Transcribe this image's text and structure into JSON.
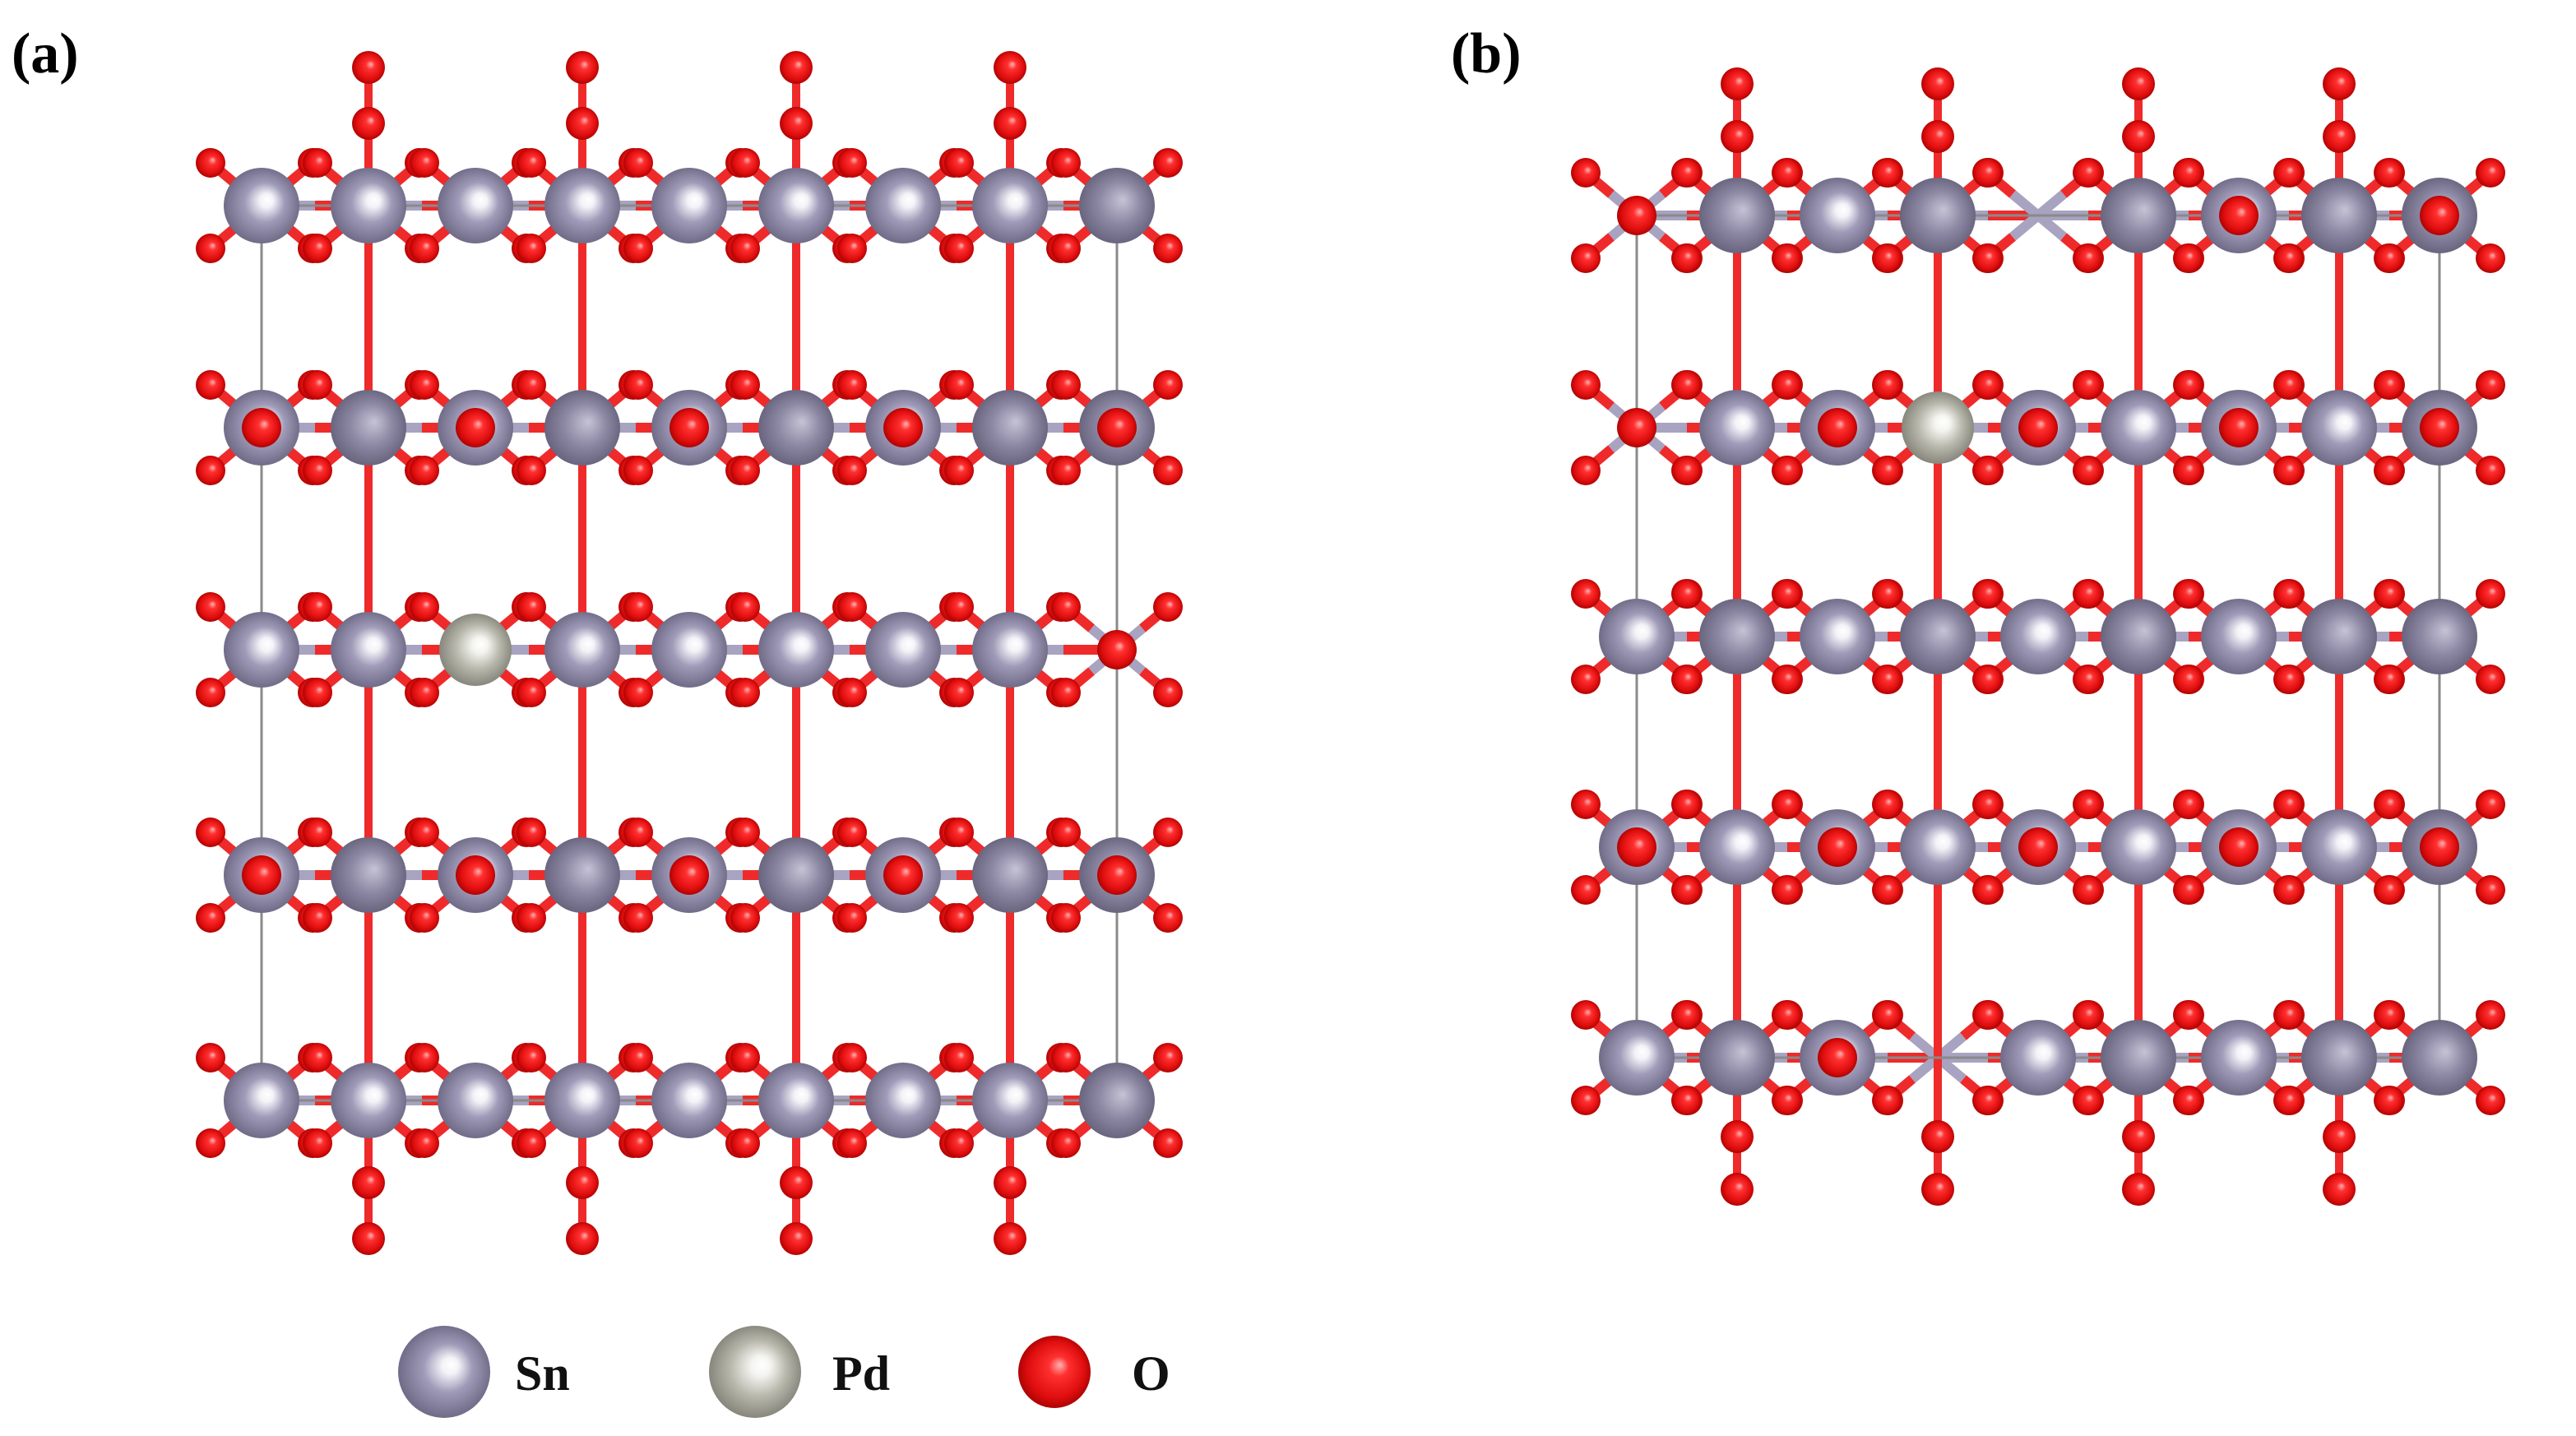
{
  "panels": [
    {
      "label": "(a)"
    },
    {
      "label": "(b)"
    }
  ],
  "legend": {
    "items": [
      {
        "element": "Sn",
        "label": "Sn",
        "color": "#8e8aa6"
      },
      {
        "element": "Pd",
        "label": "Pd",
        "color": "#b4b4aa"
      },
      {
        "element": "O",
        "label": "O",
        "color": "#e41414"
      }
    ]
  },
  "colors": {
    "Sn": "#8e8aa6",
    "Pd": "#b4b4aa",
    "O": "#e41414",
    "bond_metal": "#a7a3c0",
    "bond_oxygen": "#ee2a2a",
    "cell_outline": "#8a8a8a"
  }
}
